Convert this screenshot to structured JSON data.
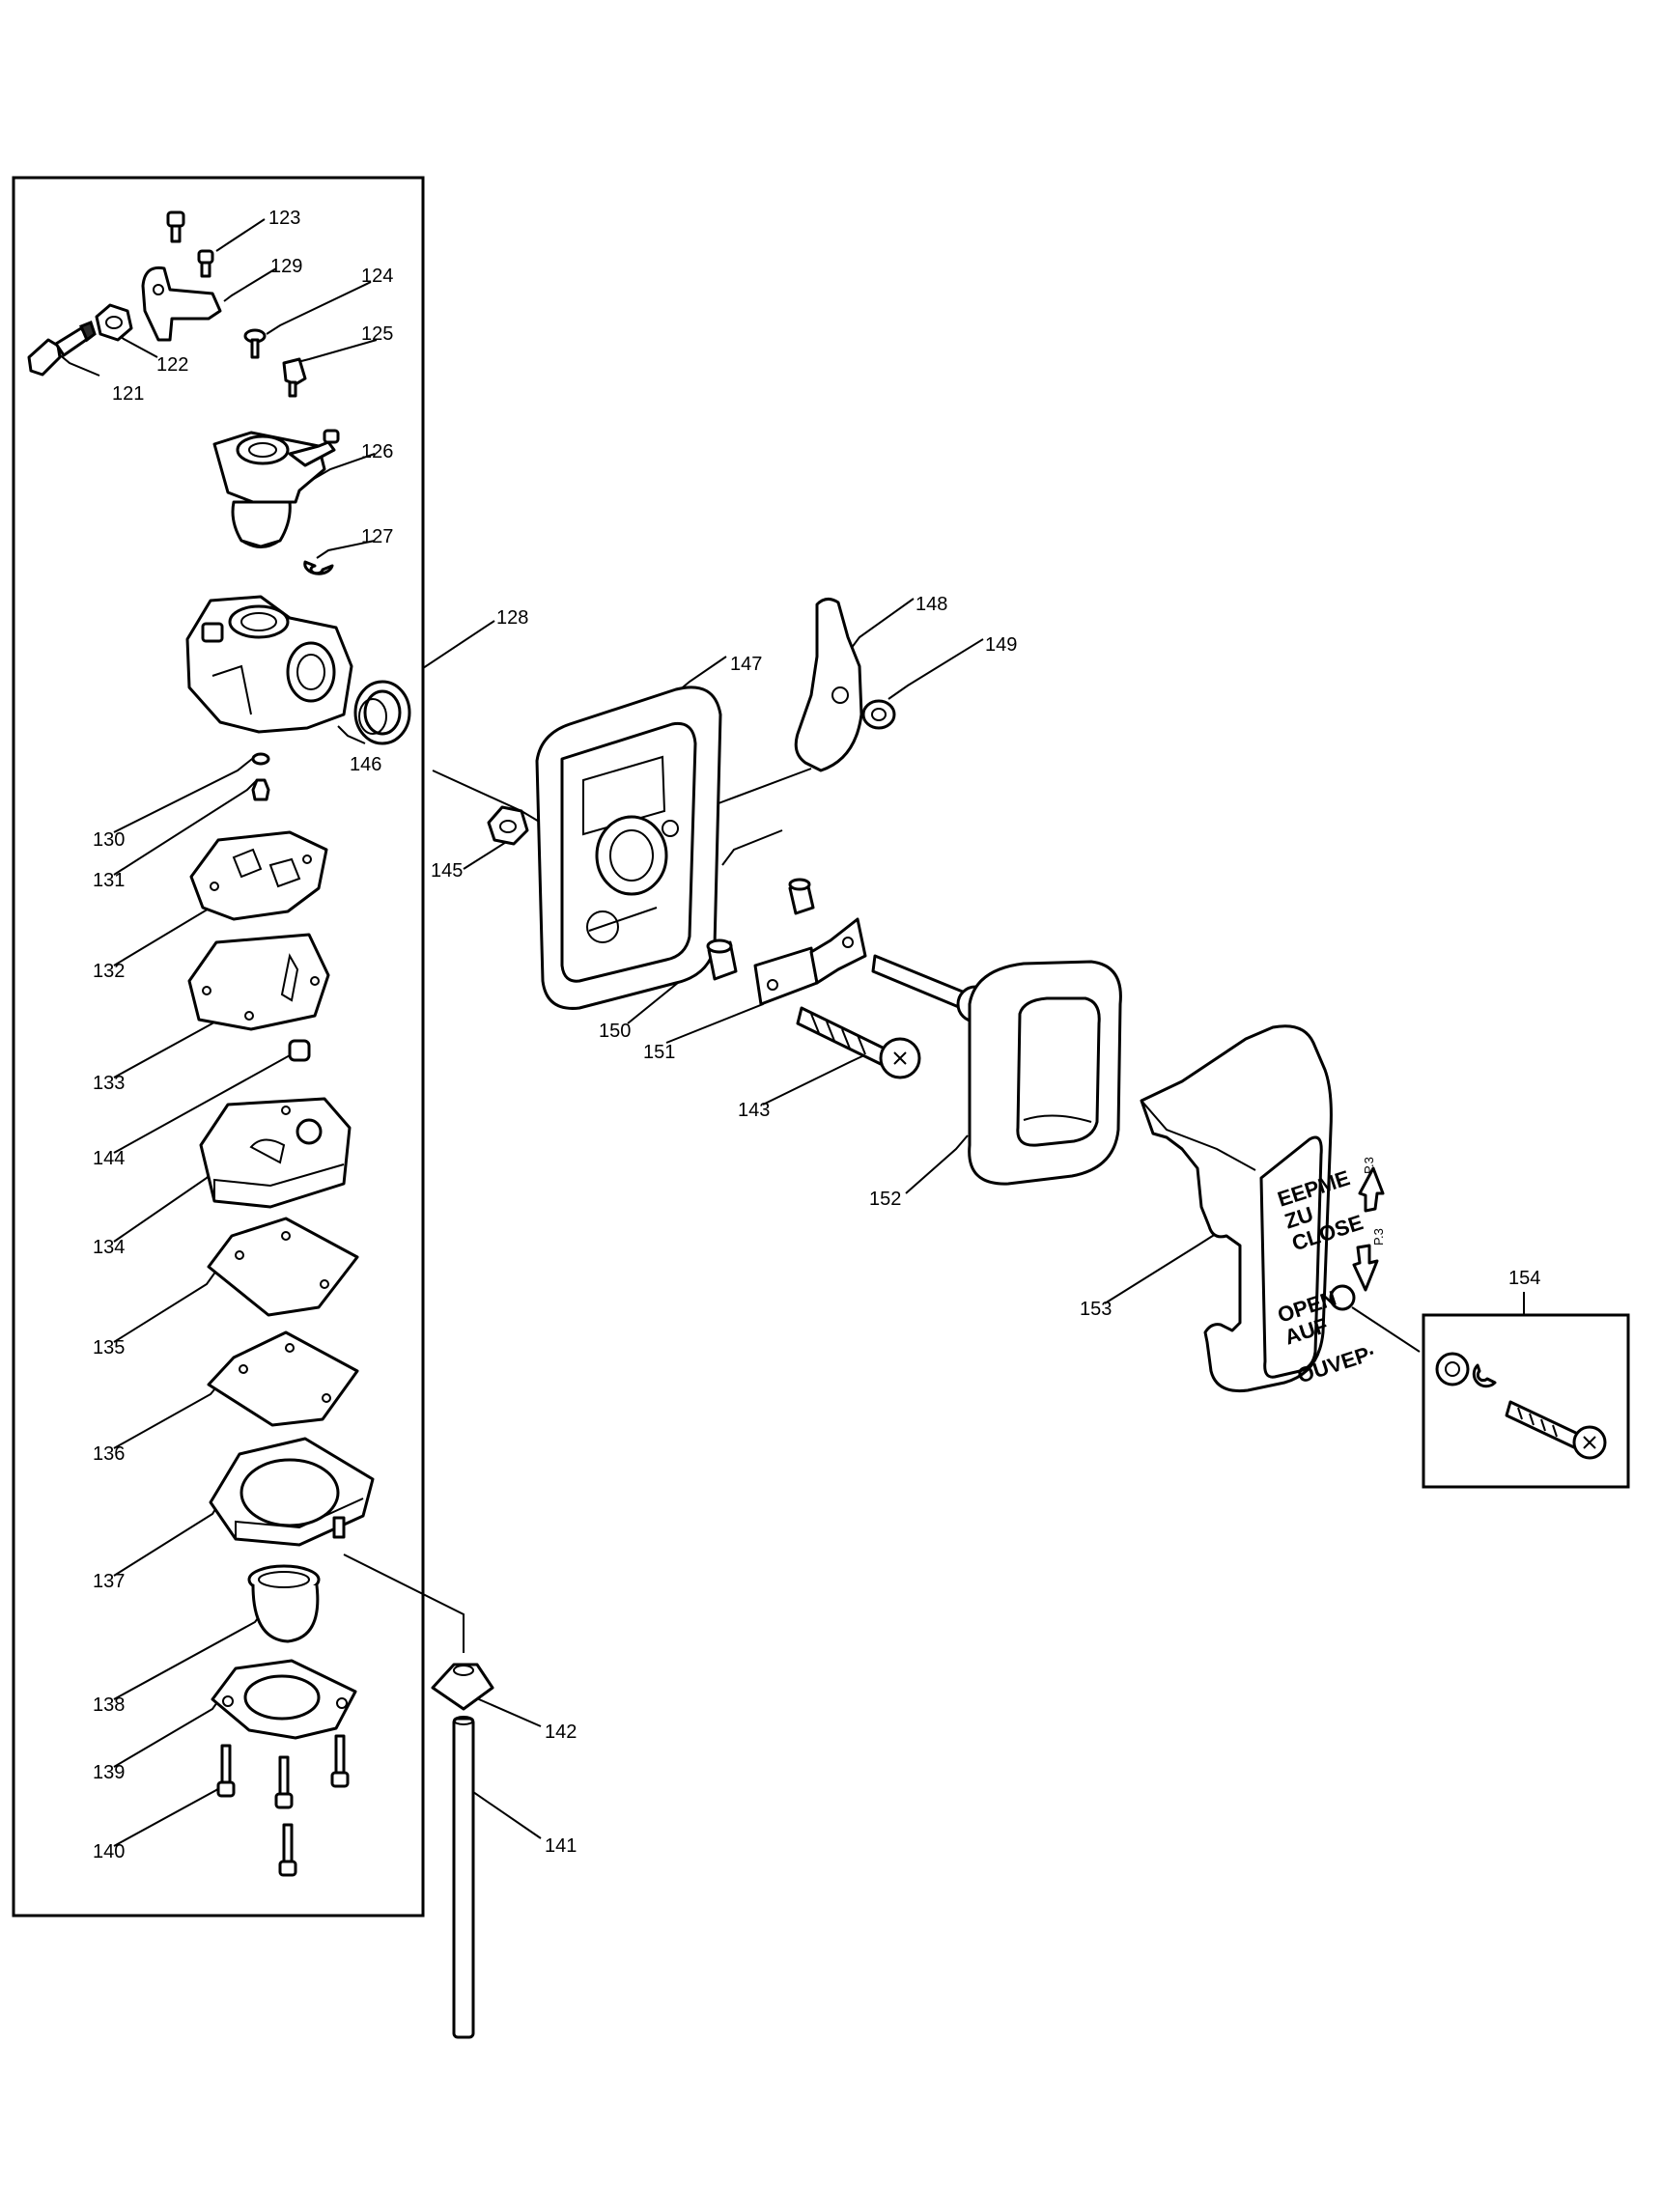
{
  "diagram": {
    "callouts": [
      "121",
      "122",
      "123",
      "124",
      "125",
      "126",
      "127",
      "128",
      "129",
      "130",
      "131",
      "132",
      "133",
      "134",
      "135",
      "136",
      "137",
      "138",
      "139",
      "140",
      "141",
      "142",
      "143",
      "144",
      "145",
      "146",
      "147",
      "148",
      "149",
      "150",
      "151",
      "152",
      "153",
      "154"
    ],
    "decal": {
      "line1": "EEPME",
      "line2": "ZU",
      "line3": "CLOSE",
      "line4": "OPEN",
      "line5": "AUF",
      "line6": "OUVEP·",
      "mark_top": "P.3",
      "mark_bottom": "P.3"
    }
  }
}
